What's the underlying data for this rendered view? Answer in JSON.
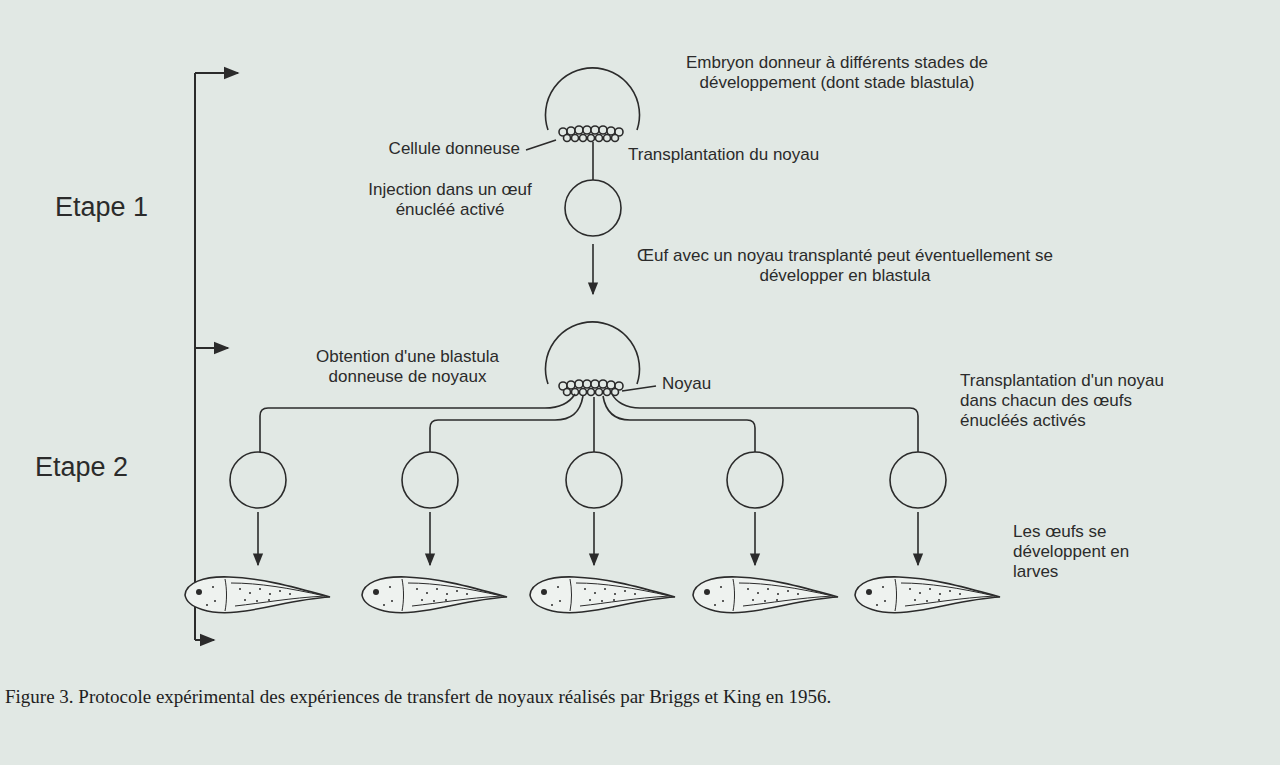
{
  "diagram": {
    "caption": "Figure 3. Protocole expérimental des expériences de transfert de noyaux réalisés par Briggs et King en 1956.",
    "labels": [
      "Etape 1",
      "Etape 2",
      "Embryon donneur à différents stades de développement (dont stade blastula)",
      "Cellule donneuse",
      "Transplantation du noyau",
      "Injection dans un œuf énucléé activé",
      "Œuf avec un noyau transplanté peut éventuellement se développer en blastula",
      "Obtention d'une blastula donneuse de noyaux",
      "Noyau",
      "Transplantation d'un noyau dans chacun des œufs énucléés activés",
      "Les œufs se développent en larves"
    ]
  }
}
